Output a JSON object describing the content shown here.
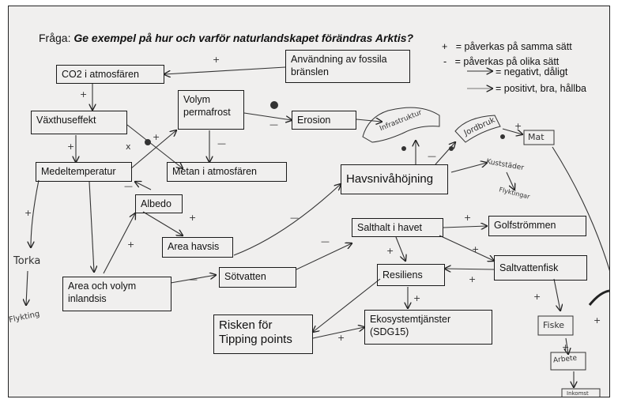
{
  "title": {
    "prefix": "Fråga:",
    "question": "Ge exempel på hur och varför naturlandskapet förändras Arktis?"
  },
  "legend": [
    {
      "symbol": "+",
      "text": "= påverkas på samma sätt"
    },
    {
      "symbol": "-",
      "text": "= påverkas på olika sätt"
    },
    {
      "symbol": "",
      "text": "= negativt, dåligt"
    },
    {
      "symbol": "",
      "text": "= positivt, bra, hållba"
    }
  ],
  "nodes": {
    "co2": "CO2 i atmosfären",
    "fossil": "Användning av fossila bränslen",
    "vaxthus": "Växthuseffekt",
    "volym": "Volym permafrost",
    "erosion": "Erosion",
    "medeltemp": "Medeltemperatur",
    "metan": "Metan i atmosfären",
    "albedo": "Albedo",
    "havsniva": "Havsnivåhöjning",
    "areahavsis": "Area havsis",
    "salthalt": "Salthalt i havet",
    "golf": "Golfströmmen",
    "saltfisk": "Saltvattenfisk",
    "sotvatten": "Sötvatten",
    "inlandsis": "Area och volym inlandsis",
    "resiliens": "Resiliens",
    "tipping": "Risken för Tipping points",
    "ekosystem": "Ekosystemtjänster (SDG15)"
  },
  "handwritten": {
    "torka": "Torka",
    "flykt": "Flykting",
    "infra": "Infrastruktur",
    "jord": "Jordbruk",
    "mat": "Mat",
    "kust": "Kuststäder",
    "flyktingar": "Flyktingar",
    "fiske": "Fiske",
    "arbete": "Arbete",
    "bottom": "Inkomst"
  }
}
